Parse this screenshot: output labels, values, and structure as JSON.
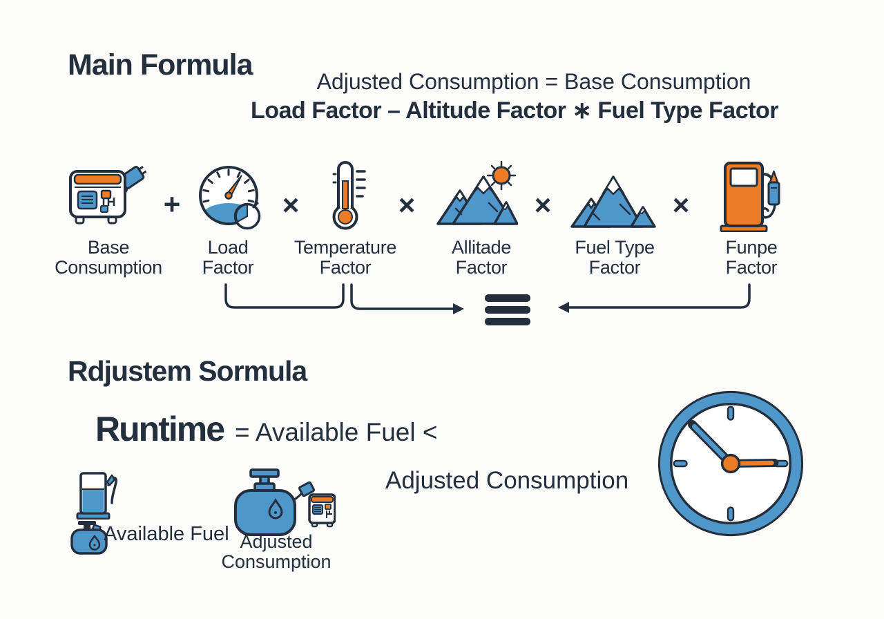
{
  "colors": {
    "ink": "#232F3D",
    "blue": "#4F97CB",
    "orange": "#EC7C25",
    "background": "#FCFCFB"
  },
  "main": {
    "title": "Main Formula",
    "formula_line1": "Adjusted Consumption = Base Consumption",
    "formula_line2": "Load Factor – Altitude Factor ∗ Fuel Type Factor",
    "operators": [
      "+",
      "×",
      "×",
      "×",
      "×"
    ],
    "terms": [
      {
        "line1": "Base",
        "line2": "Consumption",
        "icon": "generator-icon"
      },
      {
        "line1": "Load",
        "line2": "Factor",
        "icon": "gauge-icon"
      },
      {
        "line1": "Temperature",
        "line2": "Factor",
        "icon": "thermometer-icon"
      },
      {
        "line1": "Allitade",
        "line2": "Factor",
        "icon": "mountain-sun-icon"
      },
      {
        "line1": "Fuel Type",
        "line2": "Factor",
        "icon": "mountain-icon"
      },
      {
        "line1": "Funpe",
        "line2": "Factor",
        "icon": "fuel-pump-icon"
      }
    ],
    "result_icon": "triple-bar-icon"
  },
  "secondary": {
    "title": "Rdjustem Sormula",
    "runtime_word": "Runtime",
    "equation_rest": "= Available Fuel <",
    "denominator": "Adjusted Consumption",
    "available_fuel_label": "Available Fuel",
    "tank_label_line1": "Adjusted",
    "tank_label_line2": "Consumption",
    "icons": [
      "fuel-station-icon",
      "fuel-can-icon",
      "fuel-tank-icon",
      "small-generator-icon",
      "clock-icon"
    ]
  }
}
